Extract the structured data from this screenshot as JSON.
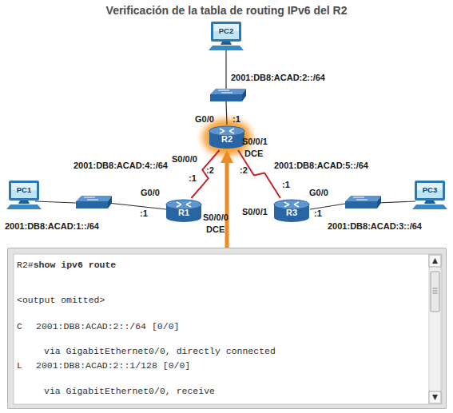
{
  "diagram": {
    "title": "Verificación de la tabla de routing IPv6 del R2",
    "nodes": [
      {
        "text": [
          "PC2"
        ]
      },
      {
        "text": [
          "R2"
        ]
      },
      {
        "text": [
          "PC1"
        ]
      },
      {
        "text": [
          "R1"
        ]
      },
      {
        "text": [
          "R3"
        ]
      },
      {
        "text": [
          "PC3"
        ]
      },
      {
        "text": [
          "R2#",
          "show ipv6 route",
          "<output omitted>",
          "C",
          "2001:DB8:ACAD:2::/64 [0/0]",
          "via GigabitEthernet0/0, directly connected",
          "L",
          "2001:DB8:ACAD:2::1/128 [0/0]",
          "via GigabitEthernet0/0, receive"
        ]
      }
    ],
    "edges": [
      {
        "from": 3,
        "to": 1,
        "arrow": "none"
      },
      {
        "from": 1,
        "to": 4,
        "arrow": "none"
      },
      {
        "from": 6,
        "to": 1,
        "arrow": "to"
      }
    ],
    "labels": [
      "2001:DB8:ACAD:2::/64",
      "G0/0",
      ":1",
      "S0/0/0",
      "S0/0/1",
      "DCE",
      "2001:DB8:ACAD:4::/64",
      ":2",
      ":2",
      "2001:DB8:ACAD:5::/64",
      ":1",
      ":1",
      "G0/0",
      "S0/0/0",
      "DCE",
      "S0/0/1",
      "G0/0",
      ":1",
      ":1",
      "2001:DB8:ACAD:1::/64",
      "2001:DB8:ACAD:3::/64"
    ]
  }
}
